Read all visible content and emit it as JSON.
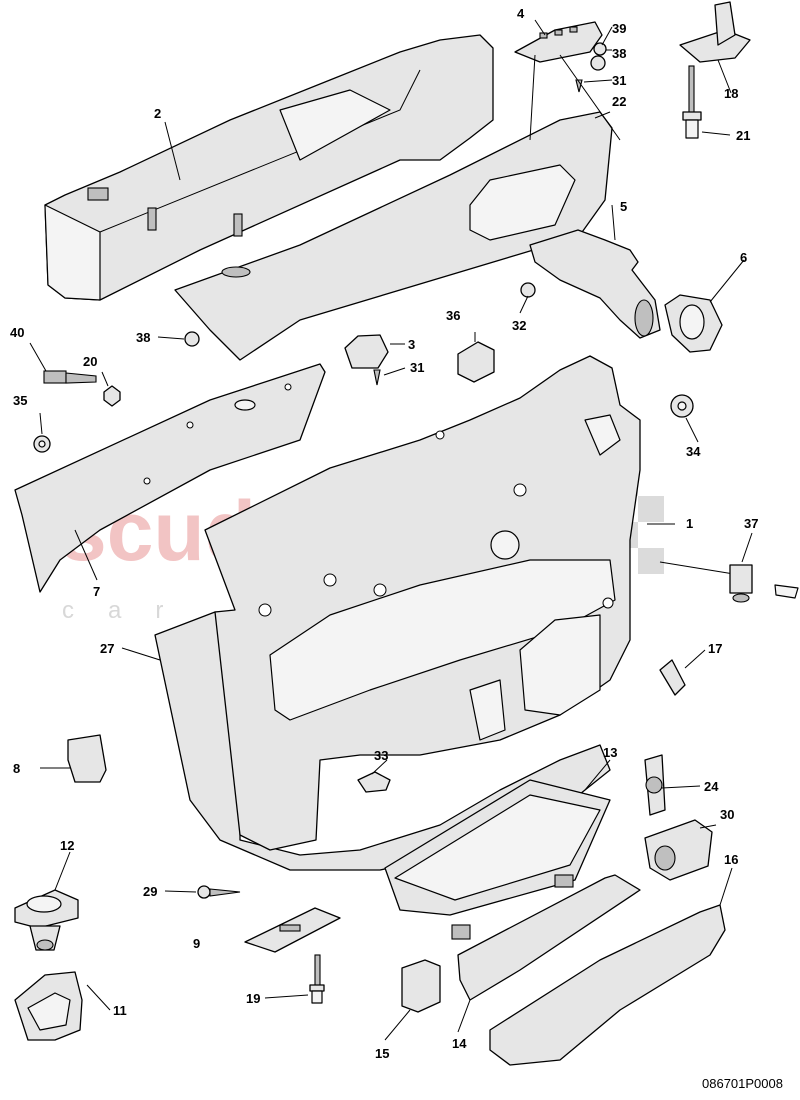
{
  "watermark": {
    "brand": "scuderia",
    "sub": "car parts"
  },
  "drawing_code": "086701P0008",
  "callouts": [
    "1",
    "2",
    "3",
    "4",
    "5",
    "6",
    "7",
    "8",
    "9",
    "11",
    "12",
    "13",
    "14",
    "15",
    "16",
    "17",
    "18",
    "19",
    "20",
    "21",
    "22",
    "24",
    "27",
    "29",
    "30",
    "31",
    "31",
    "32",
    "33",
    "34",
    "35",
    "36",
    "37",
    "38",
    "38",
    "39",
    "40"
  ]
}
